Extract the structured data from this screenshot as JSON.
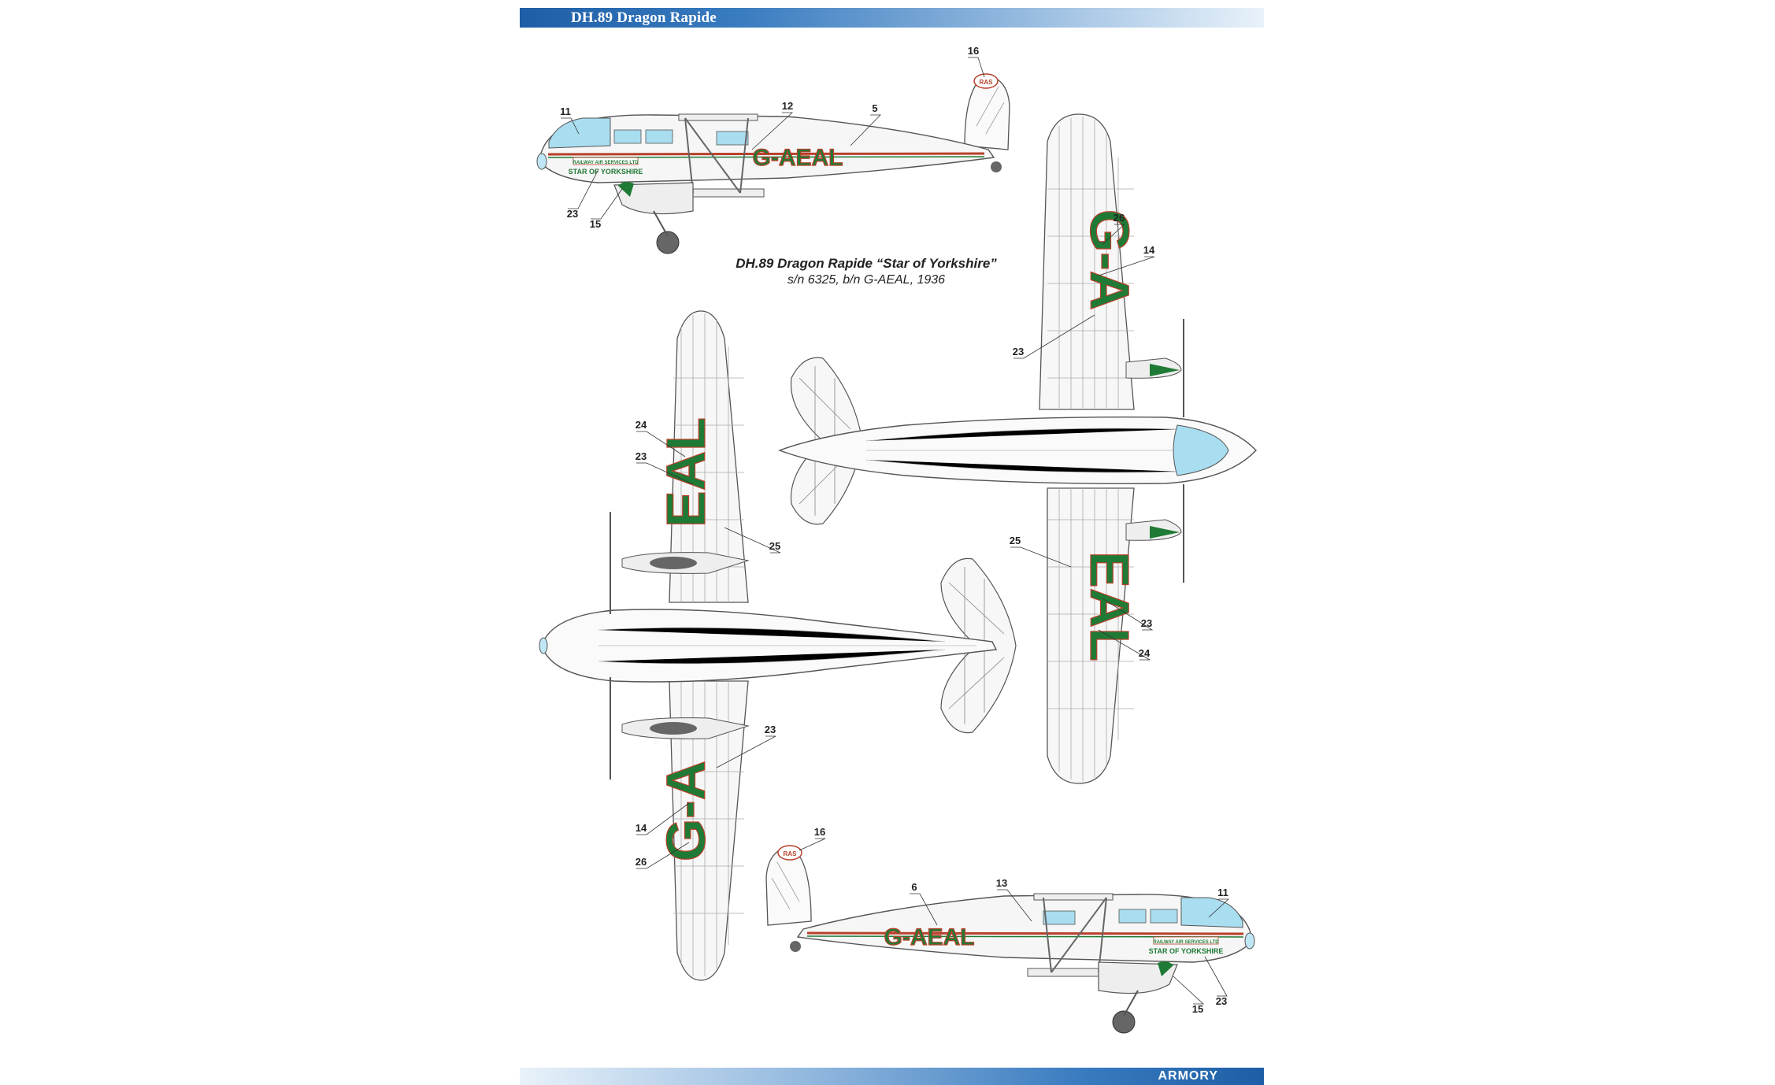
{
  "header": {
    "title": "DH.89 Dragon Rapide"
  },
  "caption": {
    "title": "DH.89 Dragon Rapide “Star of Yorkshire”",
    "subtitle": "s/n 6325, b/n G-AEAL, 1936"
  },
  "footer": {
    "brand": "ARMORY"
  },
  "markings": {
    "registration": "G-AEAL",
    "wing_upper_a": "G-A",
    "wing_upper_b": "EAL",
    "nose_name": "STAR OF YORKSHIRE",
    "nose_company": "RAILWAY AIR SERVICES LTD",
    "tail_logo": "RAS"
  },
  "colors": {
    "green": "#1f7a35",
    "red": "#b8402a",
    "glass": "#a9ddf0",
    "line": "#555555"
  },
  "callouts": {
    "side_top": [
      "16",
      "11",
      "12",
      "5",
      "23",
      "15"
    ],
    "top_view": [
      "26",
      "14",
      "23",
      "25",
      "23",
      "24"
    ],
    "bottom_view": [
      "24",
      "23",
      "25",
      "23",
      "14",
      "26"
    ],
    "side_bottom": [
      "16",
      "6",
      "13",
      "11",
      "15",
      "23"
    ]
  }
}
